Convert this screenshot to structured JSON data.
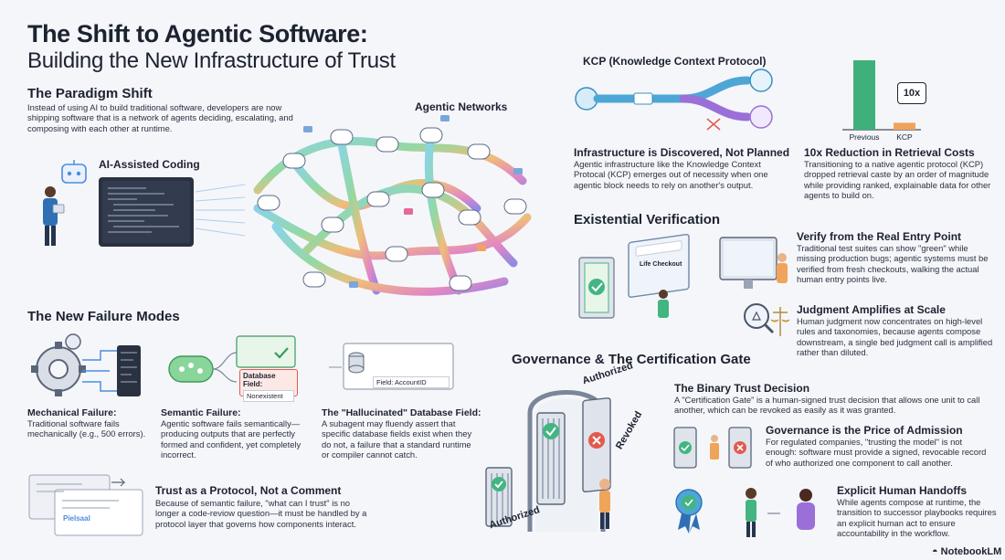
{
  "title": {
    "line1": "The Shift to Agentic Software:",
    "line2": "Building the New Infrastructure of Trust"
  },
  "paradigm": {
    "heading": "The Paradigm Shift",
    "body": "Instead of using AI to build traditional software, developers are now shipping software that is a network of agents deciding, escalating, and composing with each other at runtime.",
    "ai_assisted_label": "AI-Assisted Coding",
    "agentic_label": "Agentic Networks"
  },
  "failure": {
    "heading": "The New Failure Modes",
    "mechanical": {
      "title": "Mechanical Failure:",
      "body": "Traditional software fails mechanically (e.g., 500 errors)."
    },
    "semantic": {
      "title": "Semantic Failure:",
      "body": "Agentic software fails semantically—producing outputs that are perfectly formed and confident, yet completely incorrect.",
      "db_field_label": "Database Field:",
      "db_field_value": "Nonexistent"
    },
    "hallucinated": {
      "title": "The \"Hallucinated\" Database Field:",
      "body": "A subagent may fluendy assert that specific database fields exist when they do not, a failure that a standard runtime or compiler cannot catch.",
      "field_label": "Field: AccountID"
    }
  },
  "trust": {
    "title": "Trust as a Protocol, Not a Comment",
    "body": "Because of semantic failure, \"what can I trust\" is no longer a code-reviow question—it must be handled by a protocol layer that governs how components interact.",
    "doc_text": "Pielsaal"
  },
  "kcp": {
    "label": "KCP (Knowledge Context Protocol)",
    "infra_title": "Infrastructure is Discovered, Not Planned",
    "infra_body": "Agentic infrastructure like the Knowledge Context Protocal (KCP) emerges out of necessity when one agentic block needs to rely on another's output.",
    "chart_badge": "10x",
    "reduction_title": "10x Reduction in Retrieval Costs",
    "reduction_body": "Transitioning to a native agentic protocol (KCP) dropped retrieval caste by an order of magnitude while providing ranked, explainable data for other agents to build on."
  },
  "chart_data": {
    "type": "bar",
    "categories": [
      "Previous",
      "KCP"
    ],
    "values": [
      10,
      1
    ],
    "annotation": "10x"
  },
  "verification": {
    "heading": "Existential Verification",
    "entry_title": "Verify from the Real Entry Point",
    "entry_body": "Traditional test suites can show \"green\" while missing production bugs; agentic systems must be verified from fresh checkouts, walking the actual human entry points live.",
    "screen_text": "Life Checkout",
    "judgment_title": "Judgment Amplifies at Scale",
    "judgment_body": "Human judgment now concentrates on high-level rules and taxonomies, because agents compose downstream, a single bed judgment call is amplified rather than diluted."
  },
  "governance": {
    "heading": "Governance & The Certification Gate",
    "authorized": "Authorized",
    "revoked": "Revoked",
    "authorized_bottom": "Authorized",
    "binary_title": "The Binary Trust Decision",
    "binary_body": "A \"Certification Gate\" is a human-signed trust decision that allows one unit to call another, which can be revoked as easily as it was granted.",
    "price_title": "Governance is the Price of Admission",
    "price_body": "For regulated companies, \"trusting the model\" is not enough: software must provide a signed, revocable record of who authorized one component to call another.",
    "handoff_title": "Explicit Human Handoffs",
    "handoff_body": "While agents compose at runtime, the transition to successor playbooks requires an explicit human act to ensure accountability in the workflow."
  },
  "brand": "NotebookLM",
  "colors": {
    "accent_green": "#43b581",
    "accent_red": "#e25a4c",
    "accent_orange": "#f0a35a",
    "accent_purple": "#9b6fd8",
    "accent_blue": "#4a8de0"
  }
}
